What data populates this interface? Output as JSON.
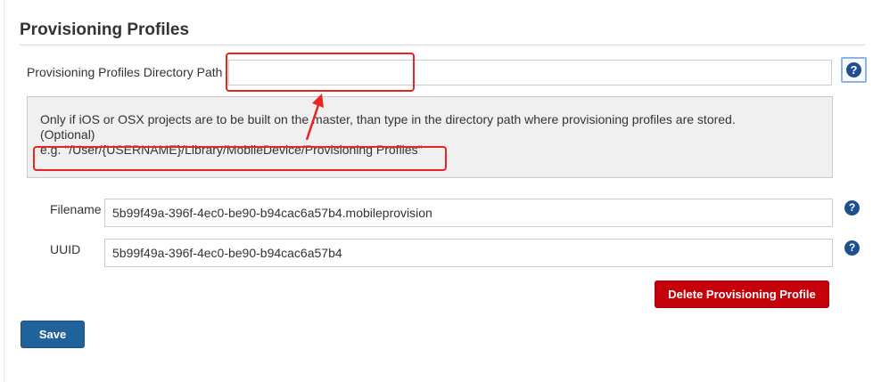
{
  "section": {
    "title": "Provisioning Profiles"
  },
  "directory": {
    "label": "Provisioning Profiles Directory Path",
    "value": "",
    "help_glyph": "?"
  },
  "info": {
    "line1": "Only if iOS or OSX projects are to be built on the master, than type in the directory path where provisioning profiles are stored.",
    "line2": "(Optional)",
    "line3": "e.g. \"/User/{USERNAME}/Library/MobileDevice/Provisioning Profiles\""
  },
  "profile": {
    "filename_label": "Filename",
    "filename_value": "5b99f49a-396f-4ec0-be90-b94cac6a57b4.mobileprovision",
    "uuid_label": "UUID",
    "uuid_value": "5b99f49a-396f-4ec0-be90-b94cac6a57b4",
    "help_glyph": "?"
  },
  "actions": {
    "delete_label": "Delete Provisioning Profile",
    "save_label": "Save"
  },
  "colors": {
    "annotation": "#e8261f",
    "delete_button": "#c4000a",
    "save_button": "#20639b",
    "help_icon": "#1f4f8f"
  },
  "icons": {
    "help": "help-circle-icon"
  }
}
